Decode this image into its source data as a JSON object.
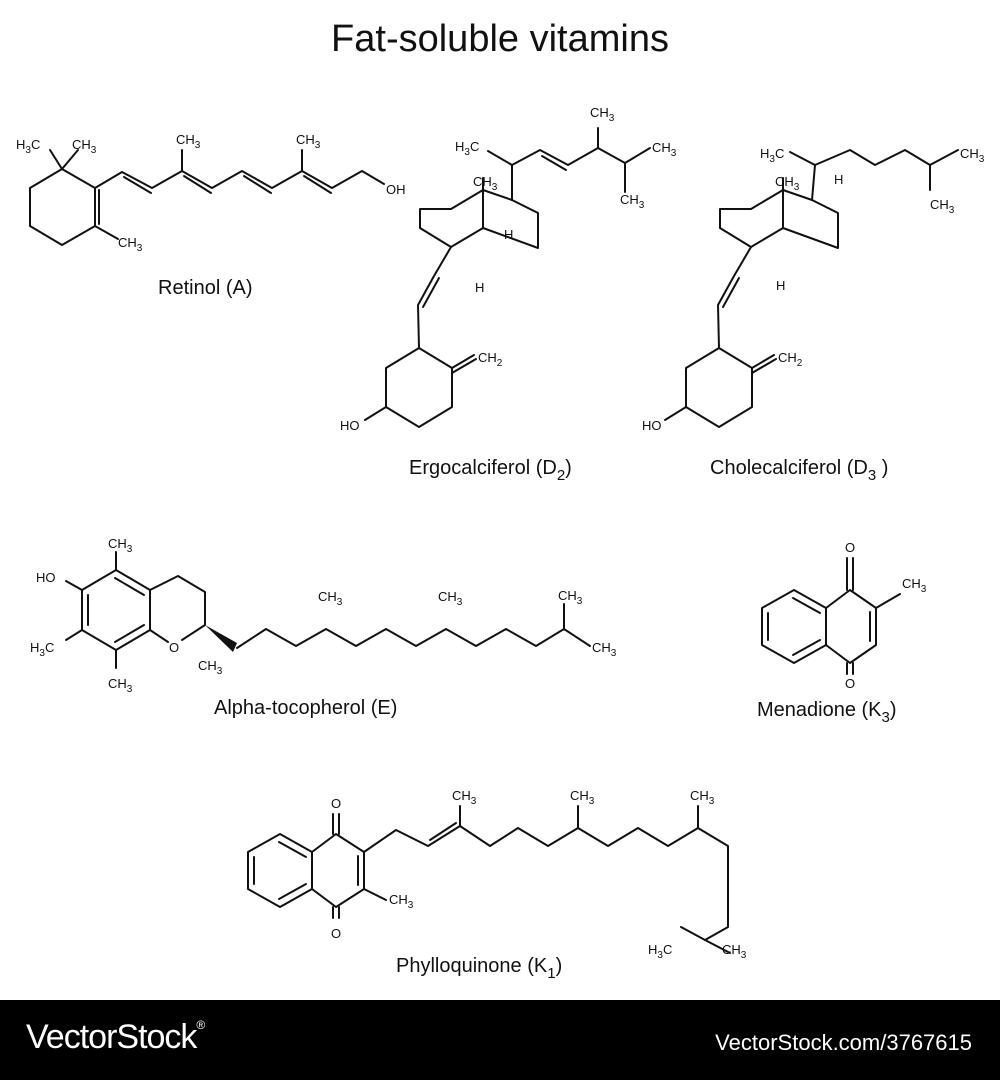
{
  "title": "Fat-soluble vitamins",
  "compounds": {
    "retinol": {
      "name": "Retinol (A)",
      "atoms": {
        "h3c_a": "H3C",
        "ch3_a": "CH3",
        "ch3_b": "CH3",
        "ch3_c": "CH3",
        "ch3_d": "CH3",
        "oh": "OH"
      }
    },
    "ergocalciferol": {
      "name_main": "Ergocalciferol (D",
      "name_sub": "2",
      "name_end": ")",
      "atoms": {
        "h3c": "H3C",
        "ch3_top": "CH3",
        "ch3_right": "CH3",
        "ch3_down": "CH3",
        "ch3_ring": "CH3",
        "h_1": "H",
        "h_2": "H",
        "ch2": "CH2",
        "ho": "HO"
      }
    },
    "cholecalciferol": {
      "name_main": "Cholecalciferol (D",
      "name_sub": "3",
      "name_end": " )",
      "atoms": {
        "h3c": "H3C",
        "ch3_ring": "CH3",
        "h_1": "H",
        "h_2": "H",
        "ch3_r1": "CH3",
        "ch3_r2": "CH3",
        "ch2": "CH2",
        "ho": "HO"
      }
    },
    "tocopherol": {
      "name": "Alpha-tocopherol (E)",
      "atoms": {
        "ch3_top": "CH3",
        "ho": "HO",
        "h3c": "H3C",
        "ch3_bottom": "CH3",
        "o": "O",
        "ch3_c2": "CH3",
        "ch3_m1": "CH3",
        "ch3_m2": "CH3",
        "ch3_e1": "CH3",
        "ch3_e2": "CH3"
      }
    },
    "menadione": {
      "name_main": "Menadione (K",
      "name_sub": "3",
      "name_end": ")",
      "atoms": {
        "o_top": "O",
        "o_bottom": "O",
        "ch3": "CH3"
      }
    },
    "phylloquinone": {
      "name_main": "Phylloquinone (K",
      "name_sub": "1",
      "name_end": ")",
      "atoms": {
        "o_top": "O",
        "o_bottom": "O",
        "ch3_ring": "CH3",
        "ch3_1": "CH3",
        "ch3_2": "CH3",
        "ch3_3": "CH3",
        "h3c_end": "H3C",
        "ch3_end": "CH3"
      }
    }
  },
  "footer": {
    "brand": "VectorStock",
    "brand_mark": "®",
    "image_id": "VectorStock.com/3767615",
    "background": "#000000",
    "text_color": "#ffffff"
  }
}
